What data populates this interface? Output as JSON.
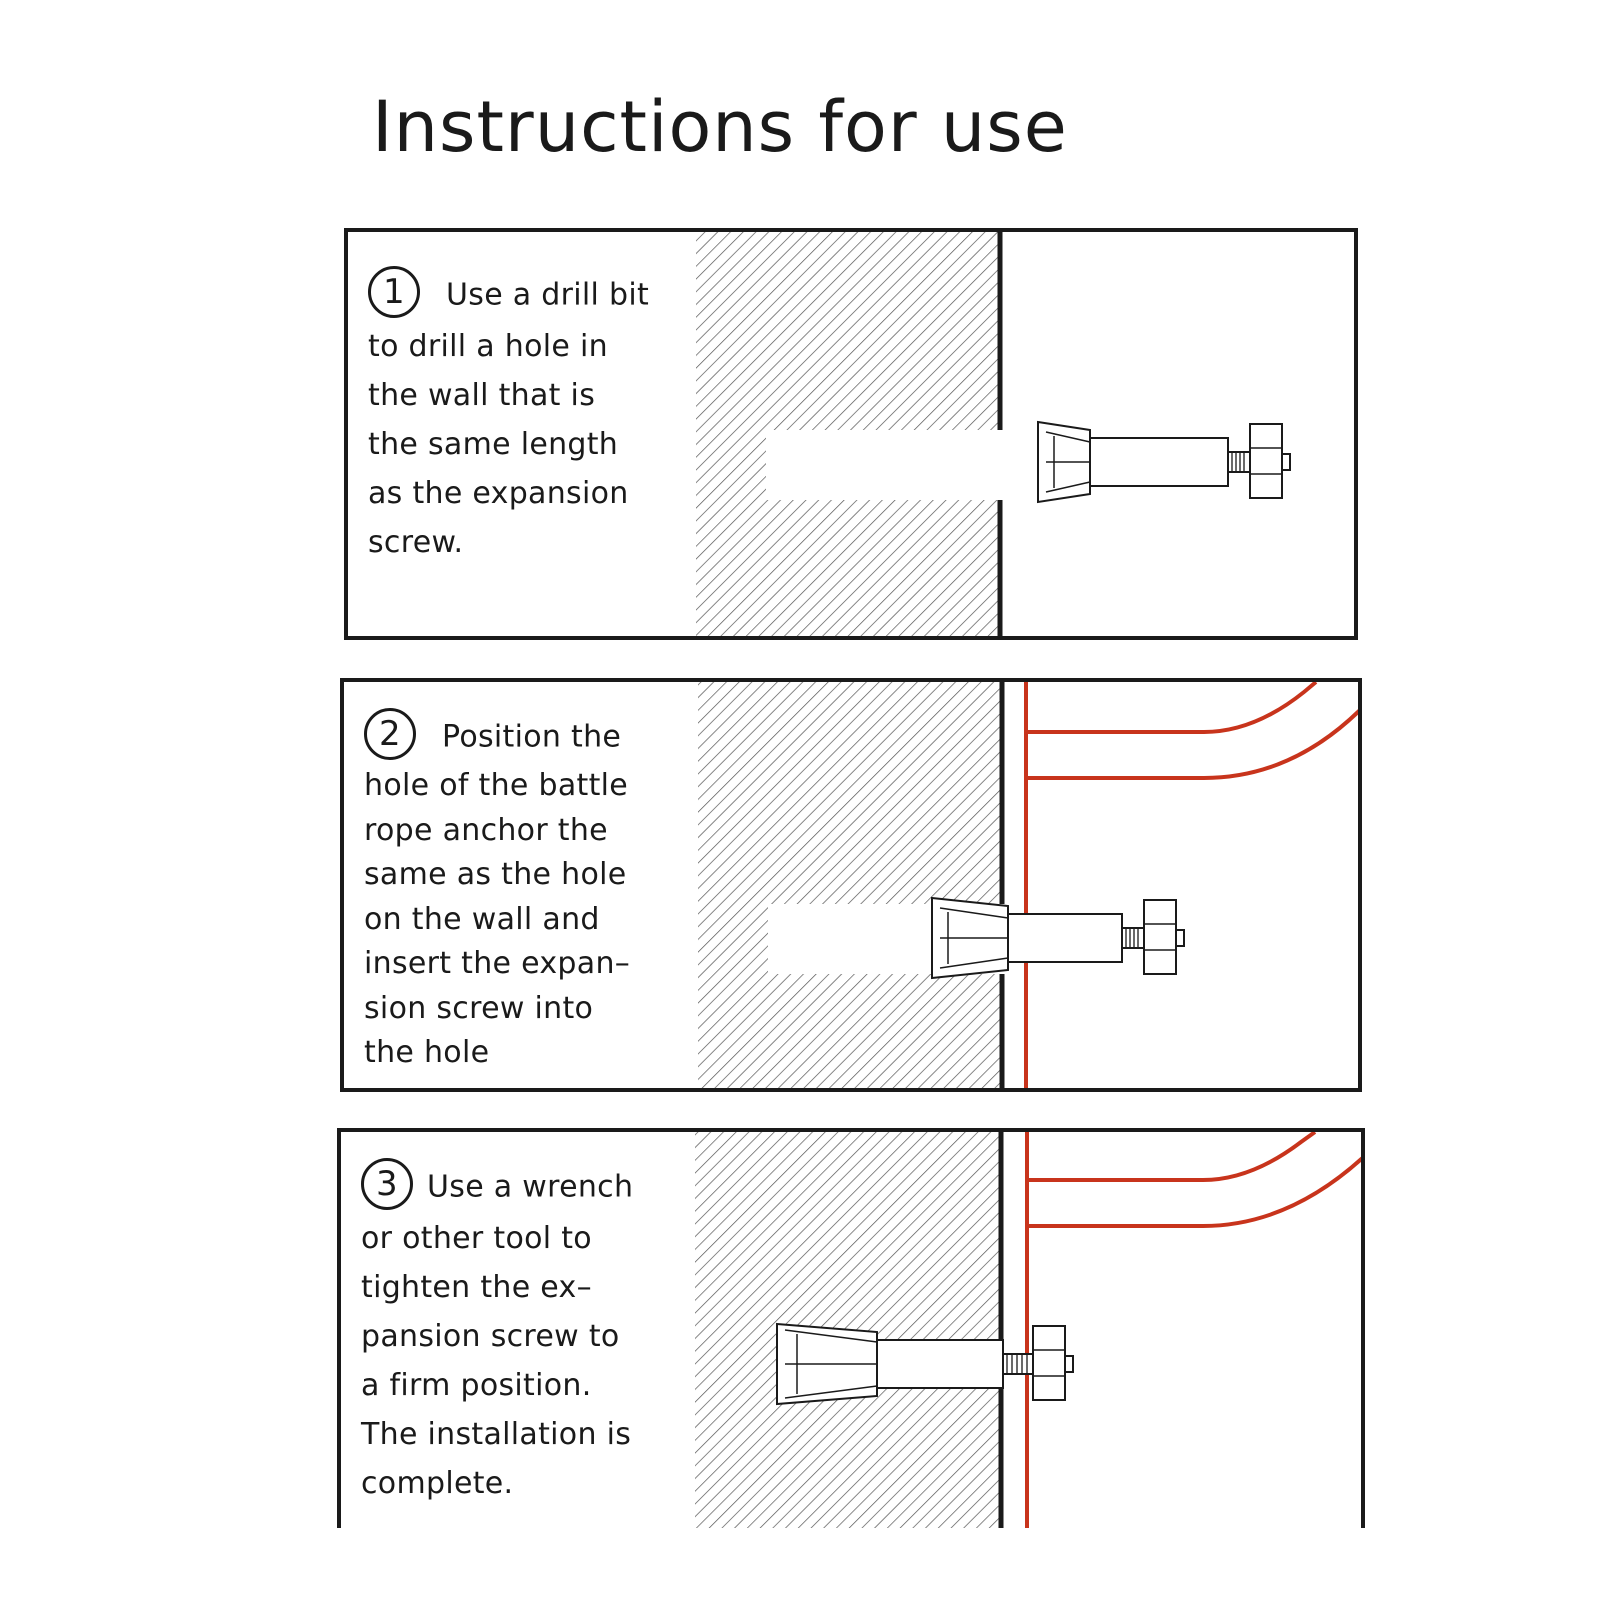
{
  "title": "Instructions for use",
  "colors": {
    "ink": "#1a1a1a",
    "anchor": "#c8341c",
    "hatch": "#555555"
  },
  "steps": [
    {
      "number": "1",
      "lines": [
        "Use a drill bit",
        "to drill a hole in",
        "the wall that is",
        "the same length",
        "as the expansion",
        "screw."
      ]
    },
    {
      "number": "2",
      "lines": [
        "Position the",
        "hole of the battle",
        "rope anchor the",
        "same as the hole",
        "on the wall and",
        "insert the expan–",
        "sion screw into",
        "the hole"
      ]
    },
    {
      "number": "3",
      "lines": [
        "Use a wrench",
        "or other tool to",
        "tighten the ex–",
        "pansion screw to",
        "a firm position.",
        "The installation is",
        "complete."
      ]
    }
  ]
}
